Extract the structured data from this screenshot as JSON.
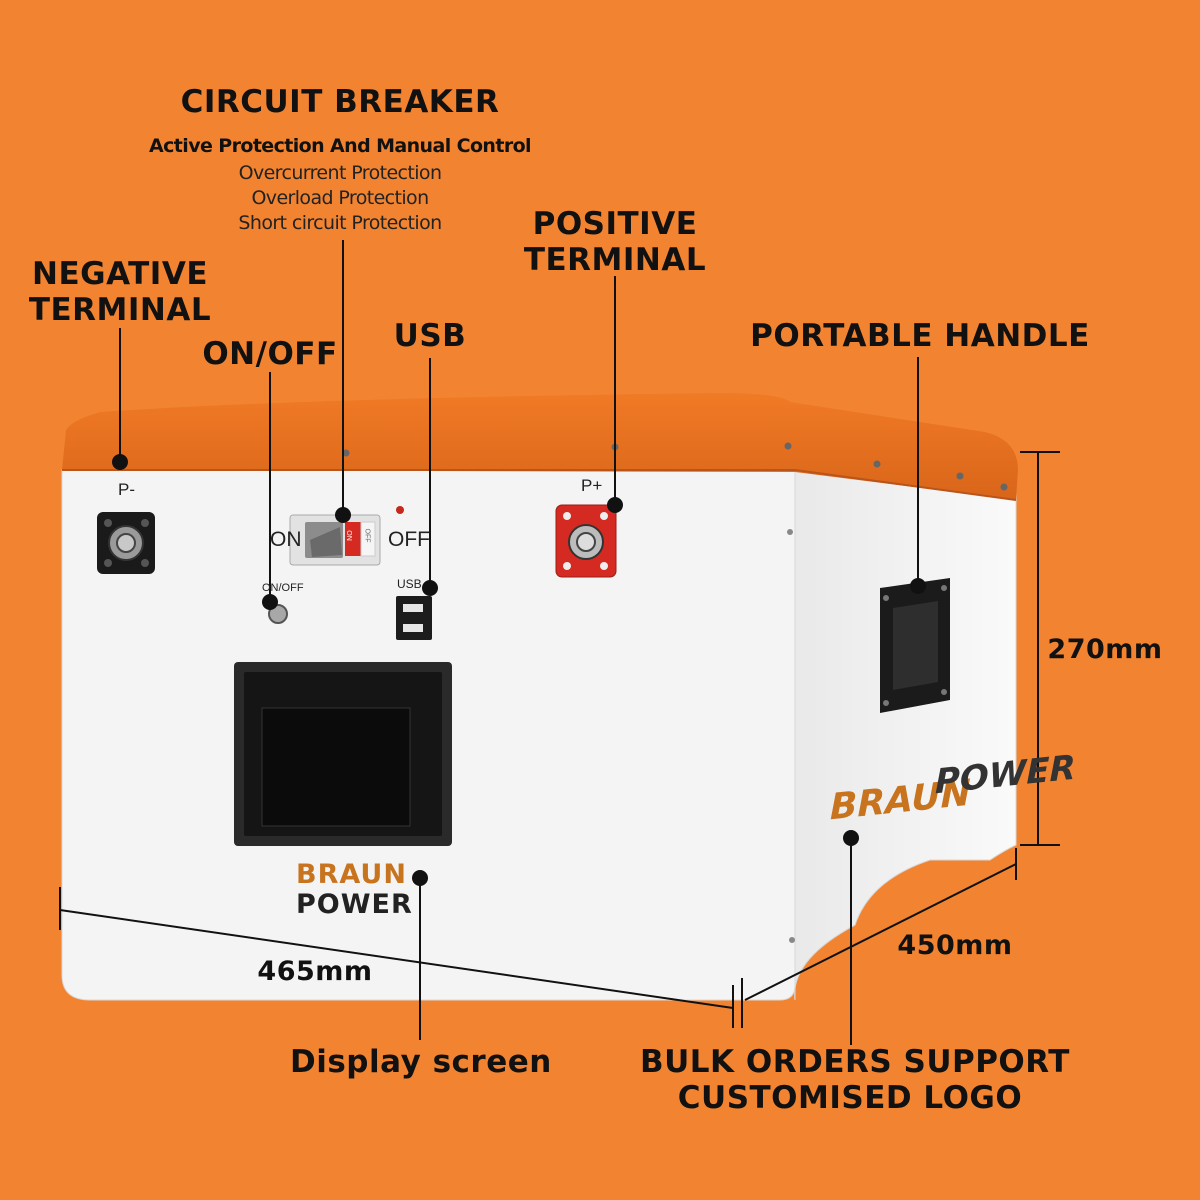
{
  "labels": {
    "circuit_breaker": {
      "title": "CIRCUIT BREAKER",
      "subtitle": "Active Protection And Manual Control",
      "features": [
        "Overcurrent Protection",
        "Overload Protection",
        "Short circuit Protection"
      ]
    },
    "negative_terminal": [
      "NEGATIVE",
      "TERMINAL"
    ],
    "positive_terminal": [
      "POSITIVE",
      "TERMINAL"
    ],
    "on_off": "ON/OFF",
    "usb": "USB",
    "portable_handle": "PORTABLE HANDLE",
    "display_screen": "Display screen",
    "bulk_orders": [
      "BULK ORDERS SUPPORT",
      "CUSTOMISED LOGO"
    ]
  },
  "dimensions": {
    "width": "465mm",
    "depth": "450mm",
    "height": "270mm"
  },
  "device": {
    "negative_mark": "P-",
    "positive_mark": "P+",
    "breaker_on": "ON",
    "breaker_off": "OFF",
    "breaker_switch_on": "ON",
    "breaker_switch_off": "OFF",
    "onoff_mark": "ON/OFF",
    "usb_mark": "USB",
    "brand_front": [
      "BRAUN",
      "POWER"
    ],
    "brand_side": [
      "BRAUN",
      "POWER"
    ]
  },
  "colors": {
    "background": "#f28431",
    "lid": "#e66f1c",
    "body": "#f3f3f3",
    "brand_orange": "#c8731e",
    "terminal_red": "#d42a22"
  }
}
